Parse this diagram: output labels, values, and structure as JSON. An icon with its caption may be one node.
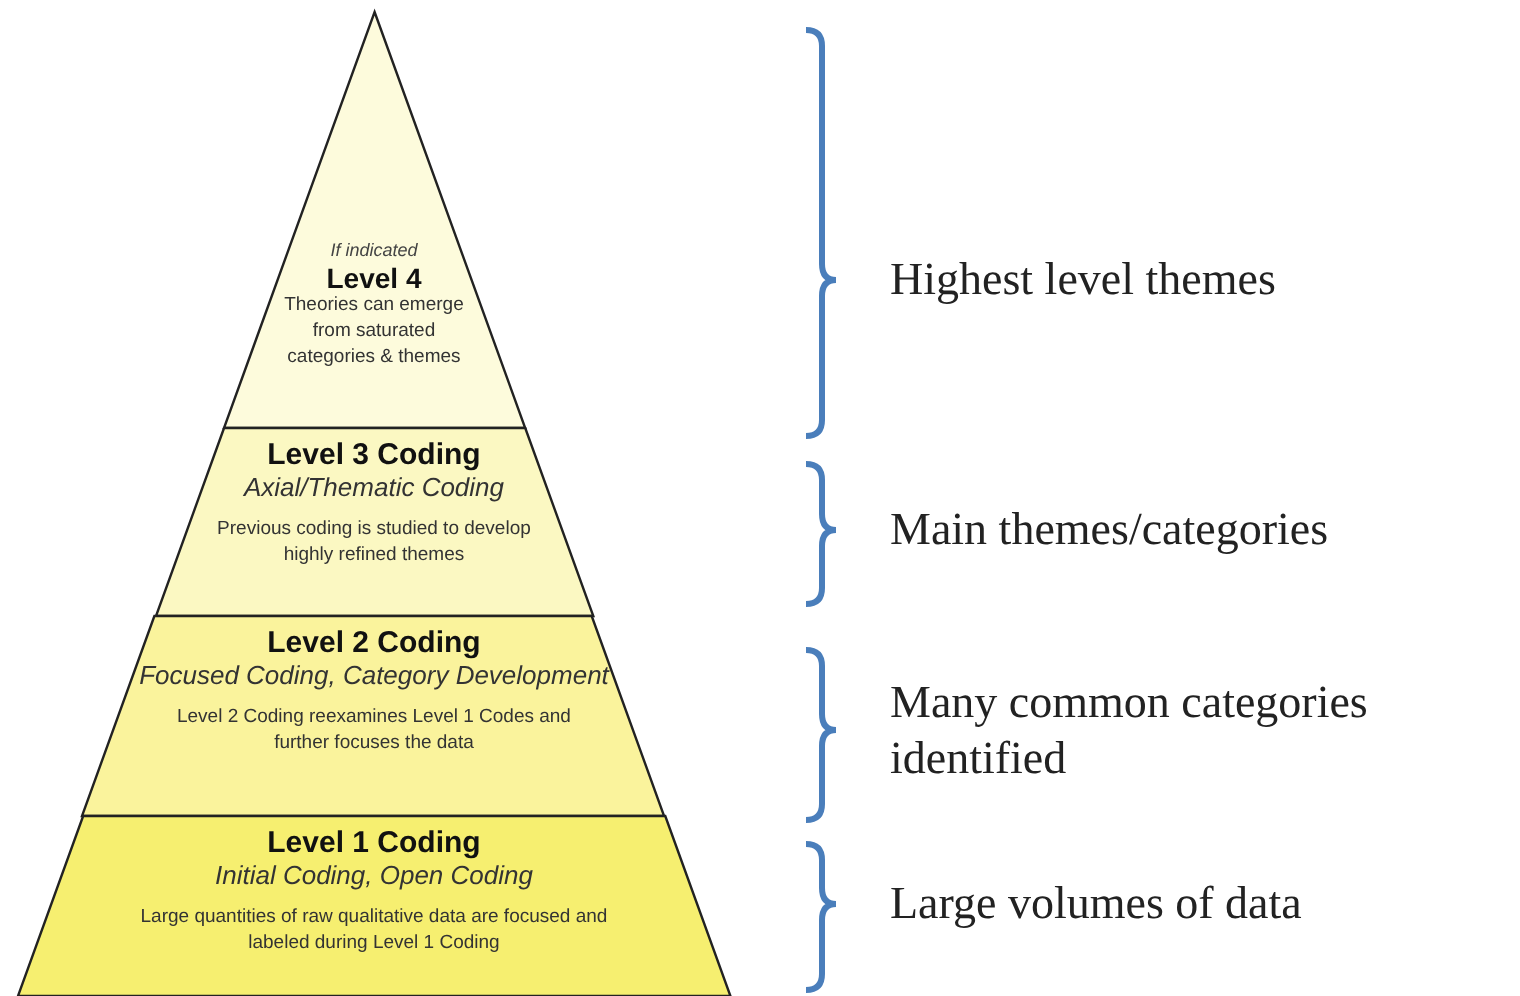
{
  "diagram": {
    "nodes": [
      {
        "text": [
          "If indicated",
          "Level 4",
          "Theories can emerge from saturated categories & themes"
        ]
      },
      {
        "text": [
          "Level 3 Coding",
          "Axial/Thematic Coding",
          "Previous coding is studied to develop highly refined themes"
        ]
      },
      {
        "text": [
          "Level 2 Coding",
          "Focused Coding, Category Development",
          "Level 2 Coding reexamines Level 1 Codes and further focuses the data"
        ]
      },
      {
        "text": [
          "Level 1 Coding",
          "Initial Coding, Open Coding",
          "Large quantities of raw qualitative data are focused and labeled during Level 1 Coding"
        ]
      }
    ],
    "labels": [
      "Highest level themes",
      "Main themes/categories",
      "Many common categories identified",
      "Large volumes of data"
    ]
  }
}
